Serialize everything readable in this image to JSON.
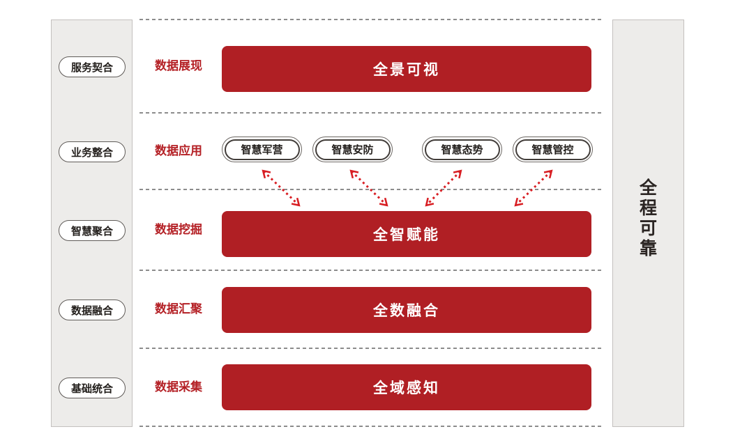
{
  "colors": {
    "bar_red": "#b01f24",
    "label_red": "#b42025",
    "arrow_red": "#d81e23",
    "panel_gray": "#edecea"
  },
  "left_sidebar": {
    "items": [
      "服务契合",
      "业务整合",
      "智慧聚合",
      "数据融合",
      "基础统合"
    ]
  },
  "right_sidebar": {
    "label": "全程可靠"
  },
  "rows": [
    {
      "label": "数据展现",
      "bar": "全景可视"
    },
    {
      "label": "数据应用",
      "apps": [
        "智慧军营",
        "智慧安防",
        "智慧态势",
        "智慧管控"
      ]
    },
    {
      "label": "数据挖掘",
      "bar": "全智赋能"
    },
    {
      "label": "数据汇聚",
      "bar": "全数融合"
    },
    {
      "label": "数据采集",
      "bar": "全域感知"
    }
  ]
}
